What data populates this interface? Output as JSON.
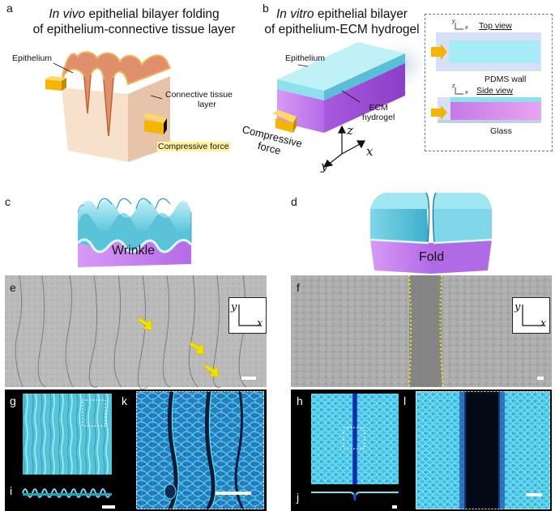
{
  "panels": {
    "a": {
      "letter": "a",
      "title_italic": "In vivo",
      "title_rest": " epithelial bilayer folding",
      "title_line2": "of epithelium-connective tissue layer",
      "label_epithelium": "Epithelium",
      "label_connective_1": "Connective tissue",
      "label_connective_2": "layer",
      "label_force": "Compressive force"
    },
    "b": {
      "letter": "b",
      "title_italic": "In vitro",
      "title_rest": " epithelial bilayer",
      "title_line2": "of epithelium-ECM hydrogel",
      "label_epithelium": "Epithelium",
      "label_ecm_1": "ECM",
      "label_ecm_2": "hydrogel",
      "label_force_1": "Compressive",
      "label_force_2": "force",
      "axis_x": "x",
      "axis_y": "y",
      "axis_z": "z",
      "inset": {
        "top_view": "Top view",
        "pdms": "PDMS wall",
        "side_view": "Side view",
        "glass": "Glass",
        "top_axis_y": "y",
        "top_axis_x": "x",
        "side_axis_z": "z",
        "side_axis_x": "x"
      }
    },
    "c": {
      "letter": "c",
      "label": "Wrinkle"
    },
    "d": {
      "letter": "d",
      "label": "Fold"
    },
    "e": {
      "letter": "e",
      "axis_y": "y",
      "axis_x": "x"
    },
    "f": {
      "letter": "f",
      "axis_y": "y",
      "axis_x": "x"
    },
    "g": {
      "letter": "g"
    },
    "h": {
      "letter": "h"
    },
    "i": {
      "letter": "i"
    },
    "j": {
      "letter": "j"
    },
    "k": {
      "letter": "k"
    },
    "l": {
      "letter": "l"
    }
  },
  "colors": {
    "arrow": "#f5b400",
    "epithelium": "#9fe6f0",
    "hydrogel": "#c97ff0",
    "fluor": "#2fb8d8"
  }
}
